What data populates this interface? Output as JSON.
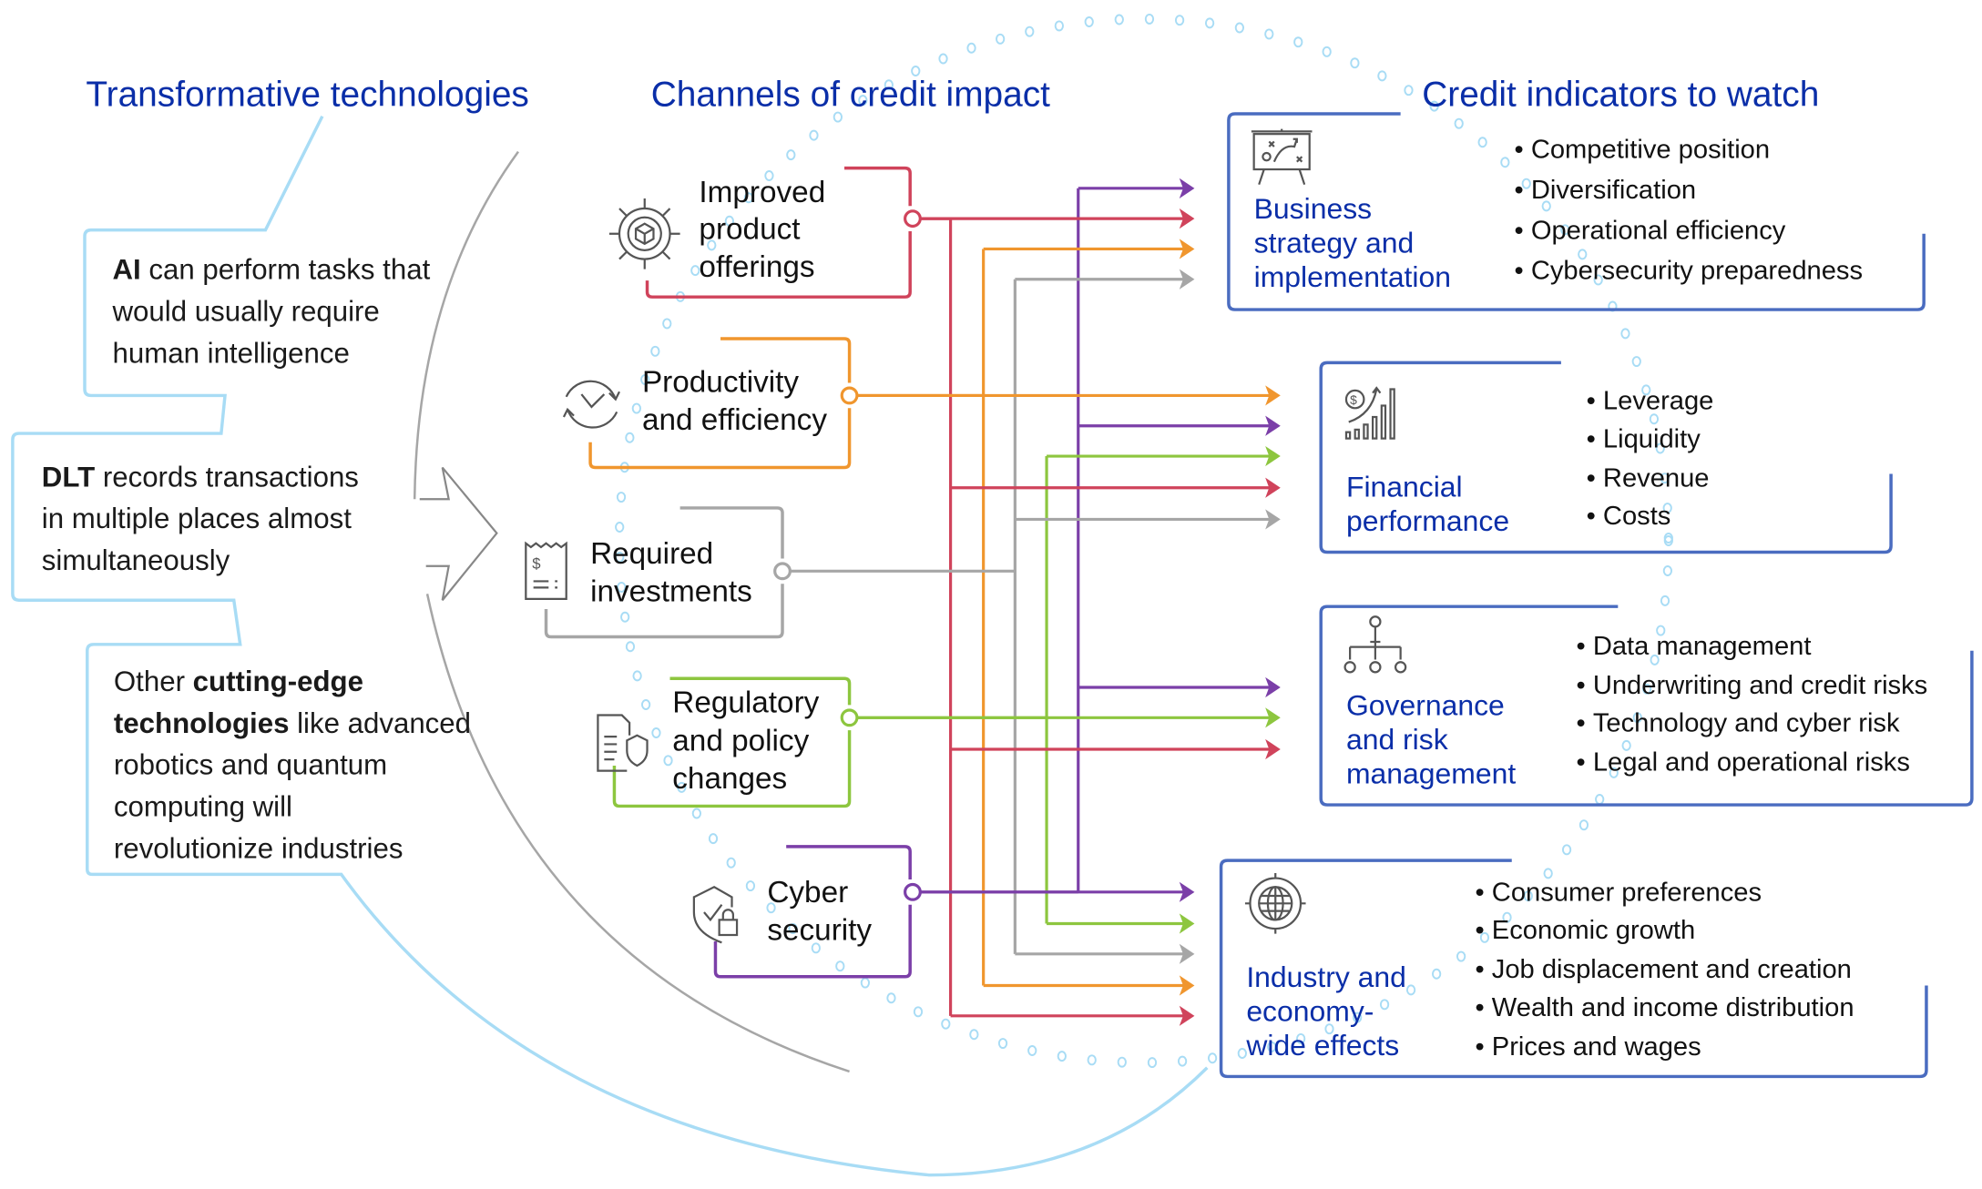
{
  "headers": {
    "technologies": "Transformative technologies",
    "channels": "Channels of credit impact",
    "indicators": "Credit indicators to watch"
  },
  "technologies": [
    {
      "lines": [
        [
          {
            "t": "AI",
            "b": true
          },
          {
            "t": " can perform tasks that"
          }
        ],
        [
          {
            "t": "would usually require"
          }
        ],
        [
          {
            "t": "human intelligence"
          }
        ]
      ]
    },
    {
      "lines": [
        [
          {
            "t": "DLT",
            "b": true
          },
          {
            "t": " records transactions"
          }
        ],
        [
          {
            "t": "in multiple places almost"
          }
        ],
        [
          {
            "t": "simultaneously"
          }
        ]
      ]
    },
    {
      "lines": [
        [
          {
            "t": "Other "
          },
          {
            "t": "cutting-edge",
            "b": true
          }
        ],
        [
          {
            "t": "technologies",
            "b": true
          },
          {
            "t": " like advanced"
          }
        ],
        [
          {
            "t": "robotics and quantum"
          }
        ],
        [
          {
            "t": "computing will"
          }
        ],
        [
          {
            "t": "revolutionize industries"
          }
        ]
      ]
    }
  ],
  "channels": [
    {
      "lines": [
        "Improved",
        "product",
        "offerings"
      ],
      "icon": "gear-cube-icon",
      "color": "#d0435b"
    },
    {
      "lines": [
        "Productivity",
        "and efficiency"
      ],
      "icon": "clock-cycle-icon",
      "color": "#f0962e"
    },
    {
      "lines": [
        "Required",
        "investments"
      ],
      "icon": "receipt-dollar-icon",
      "color": "#a6a6a6"
    },
    {
      "lines": [
        "Regulatory",
        "and policy",
        "changes"
      ],
      "icon": "document-shield-icon",
      "color": "#8dc63f"
    },
    {
      "lines": [
        "Cyber",
        "security"
      ],
      "icon": "shield-lock-icon",
      "color": "#7b3fa8"
    }
  ],
  "indicators": [
    {
      "title": [
        "Business",
        "strategy and",
        "implementation"
      ],
      "icon": "strategy-board-icon",
      "bullets": [
        "Competitive position",
        "Diversification",
        "Operational efficiency",
        "Cybersecurity preparedness"
      ]
    },
    {
      "title": [
        "Financial",
        "performance"
      ],
      "icon": "dollar-growth-chart-icon",
      "bullets": [
        "Leverage",
        "Liquidity",
        "Revenue",
        "Costs"
      ]
    },
    {
      "title": [
        "Governance",
        "and risk",
        "management"
      ],
      "icon": "org-chart-icon",
      "bullets": [
        "Data management",
        "Underwriting and credit risks",
        "Technology and cyber risk",
        "Legal and operational risks"
      ]
    },
    {
      "title": [
        "Industry and",
        "economy-",
        "wide effects"
      ],
      "icon": "globe-icon",
      "bullets": [
        "Consumer preferences",
        "Economic growth",
        "Job displacement and creation",
        "Wealth and income distribution",
        "Prices and wages"
      ]
    }
  ],
  "colors": {
    "header_blue": "#0a2ea8",
    "box_blue": "#4a6cc0",
    "light_blue": "#a8dcf5",
    "arc_gray": "#a6a6a6"
  }
}
